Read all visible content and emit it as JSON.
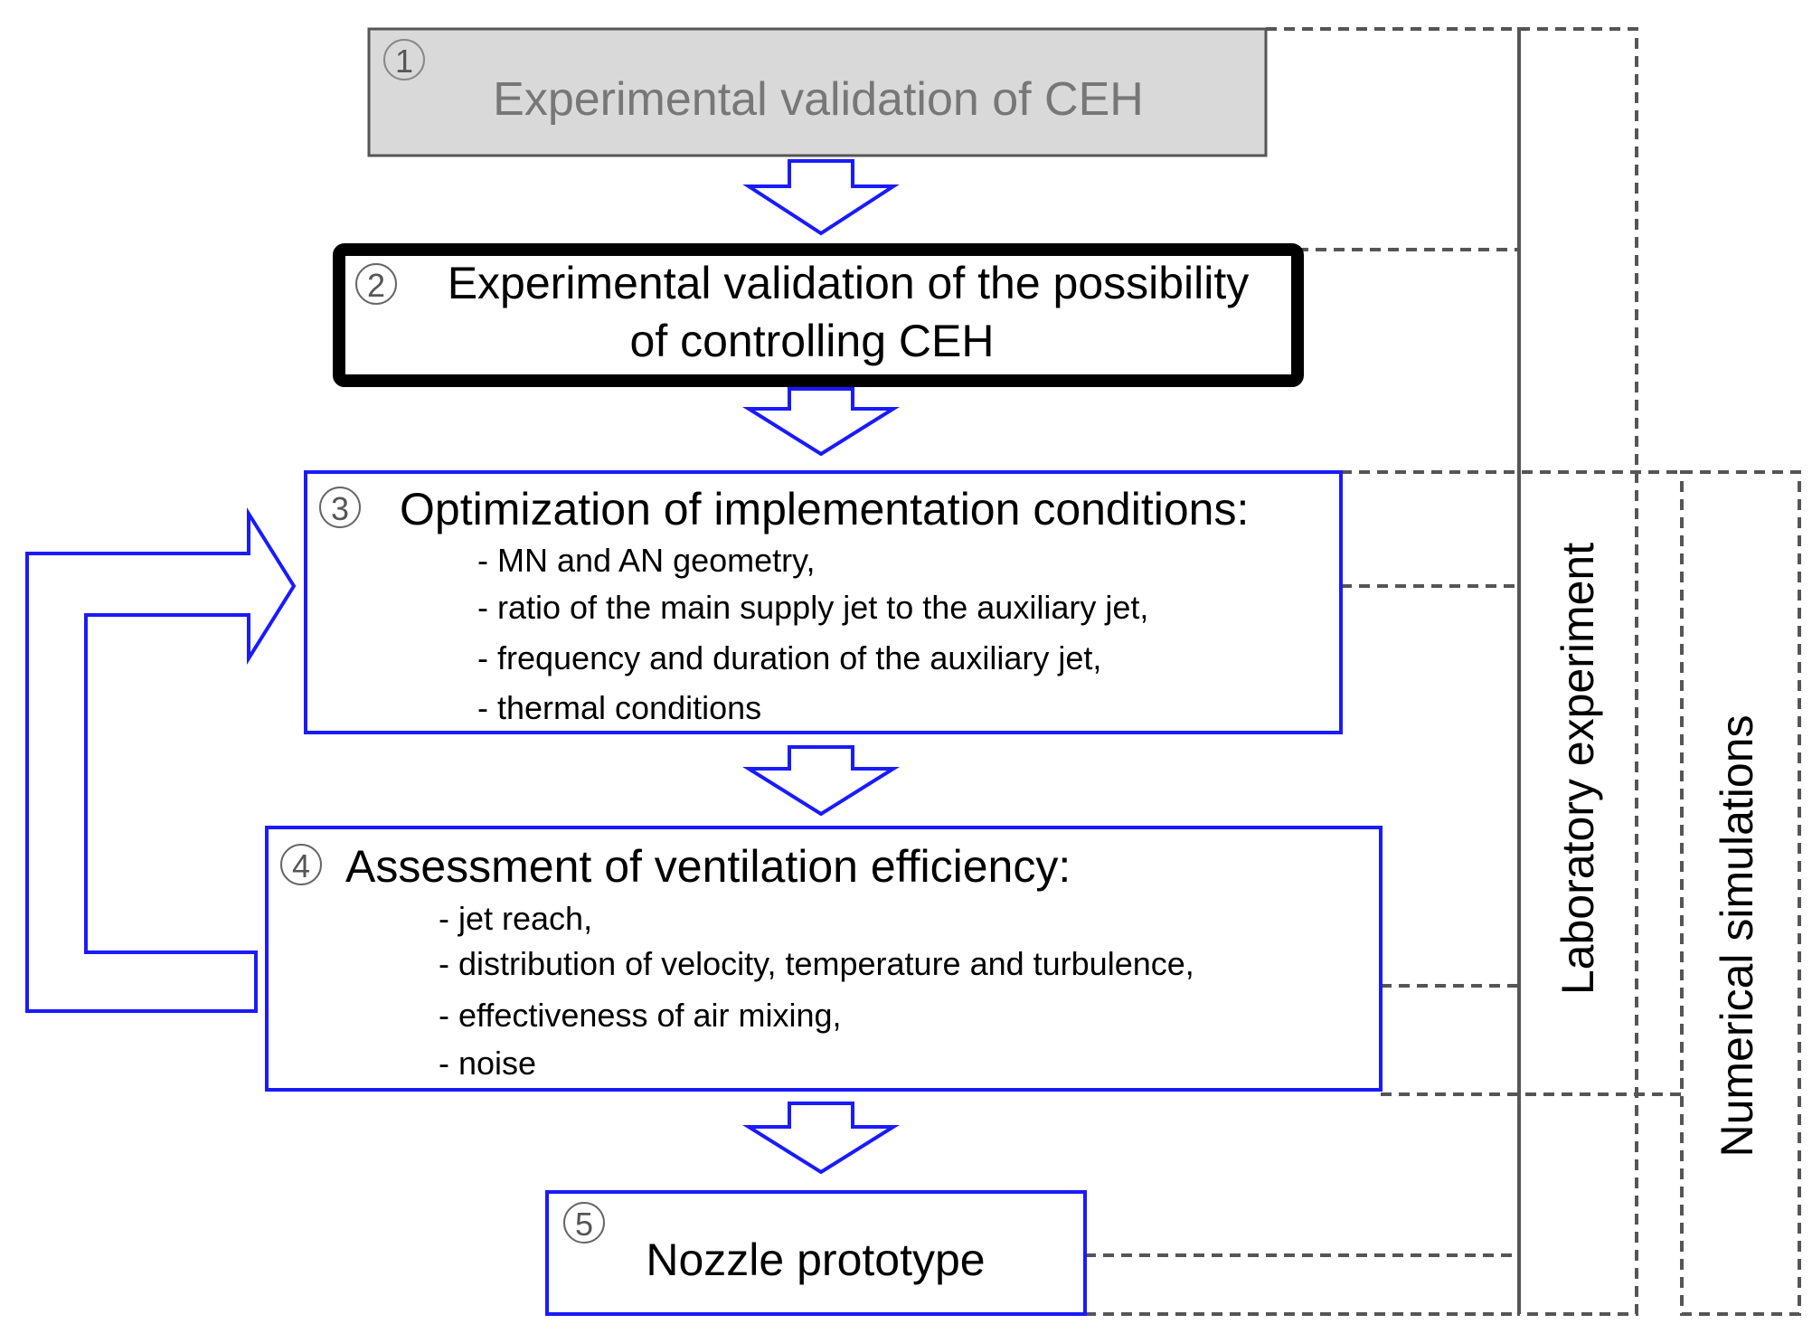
{
  "steps": [
    {
      "number": "1",
      "title": "Experimental validation of CEH"
    },
    {
      "number": "2",
      "title_line1": "Experimental validation of the possibility",
      "title_line2": "of controlling CEH"
    },
    {
      "number": "3",
      "title": "Optimization of implementation conditions:",
      "items": [
        "- MN and AN geometry,",
        "- ratio of the main supply jet to the auxiliary jet,",
        "- frequency and duration of the auxiliary jet,",
        "- thermal conditions"
      ]
    },
    {
      "number": "4",
      "title": "Assessment of ventilation efficiency:",
      "items": [
        "- jet reach,",
        "- distribution of velocity, temperature and turbulence,",
        "- effectiveness of air mixing,",
        "- noise"
      ]
    },
    {
      "number": "5",
      "title": "Nozzle prototype"
    }
  ],
  "side_labels": {
    "laboratory": "Laboratory experiment",
    "numerical": "Numerical simulations"
  },
  "colors": {
    "blue": "#1a1aff",
    "grey_fill": "#d9d9d9",
    "dash": "#555555"
  }
}
